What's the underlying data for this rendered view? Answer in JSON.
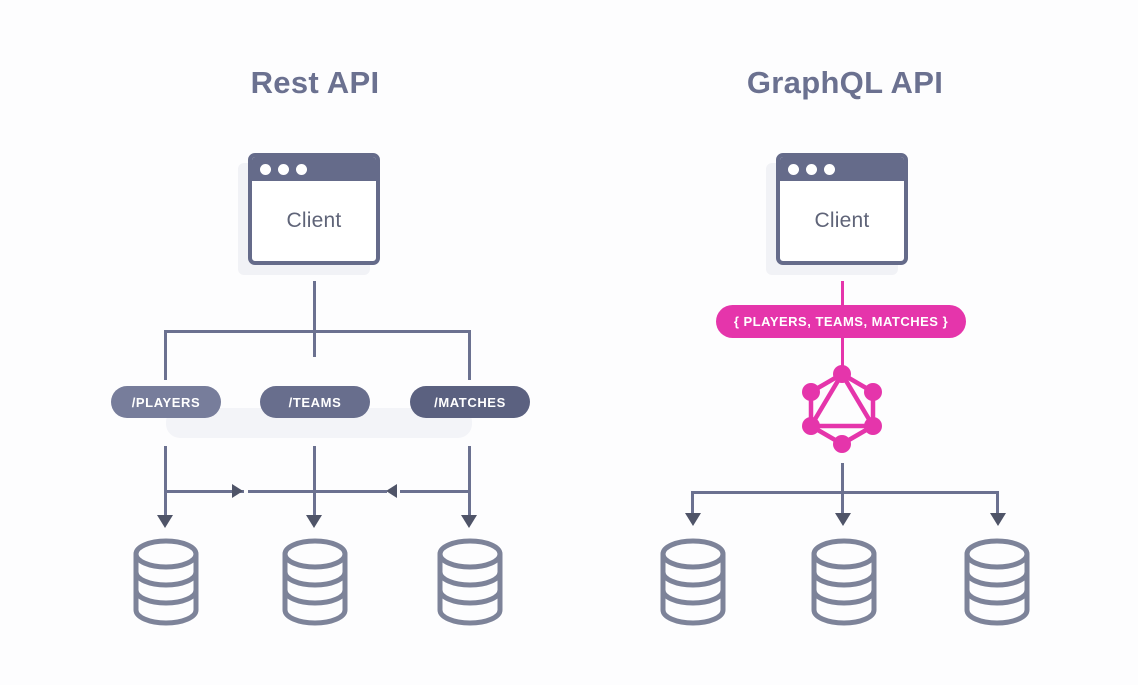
{
  "colors": {
    "background": "#fdfdfe",
    "slate": "#6b7190",
    "slate_dark": "#4f5468",
    "pill_players": "#777d9b",
    "pill_teams": "#686e8d",
    "pill_matches": "#5b6180",
    "pink": "#e535ab",
    "shadow": "#f1f2f6",
    "text_light": "#ffffff"
  },
  "rest": {
    "title": "Rest API",
    "client": {
      "label": "Client",
      "dots": [
        "window-dot",
        "window-dot",
        "window-dot"
      ]
    },
    "endpoints": [
      {
        "label": "/PLAYERS",
        "color": "#777d9b"
      },
      {
        "label": "/TEAMS",
        "color": "#686e8d"
      },
      {
        "label": "/MATCHES",
        "color": "#5b6180"
      }
    ],
    "databases": [
      {
        "name": "database-cylinder"
      },
      {
        "name": "database-cylinder"
      },
      {
        "name": "database-cylinder"
      }
    ]
  },
  "graphql": {
    "title": "GraphQL API",
    "client": {
      "label": "Client",
      "dots": [
        "window-dot",
        "window-dot",
        "window-dot"
      ]
    },
    "query_pill": {
      "label": "{ PLAYERS, TEAMS, MATCHES }",
      "color": "#e535ab"
    },
    "logo": {
      "name": "graphql-logo",
      "color": "#e535ab"
    },
    "databases": [
      {
        "name": "database-cylinder"
      },
      {
        "name": "database-cylinder"
      },
      {
        "name": "database-cylinder"
      }
    ]
  }
}
